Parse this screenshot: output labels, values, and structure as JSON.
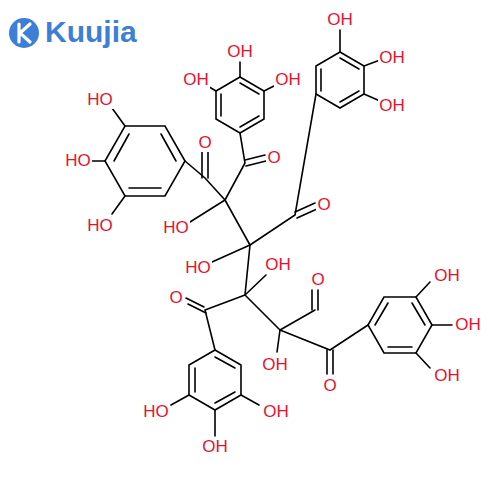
{
  "diagram": {
    "labels": [
      "Kuujia",
      "OH",
      "OH",
      "OH",
      "OH",
      "OH",
      "HO",
      "OH",
      "O",
      "O",
      "HO",
      "O",
      "HO",
      "HO",
      "HO",
      "OH",
      "O",
      "OH",
      "O",
      "OH",
      "OH",
      "OH",
      "O",
      "HO",
      "OH",
      "OH"
    ]
  }
}
